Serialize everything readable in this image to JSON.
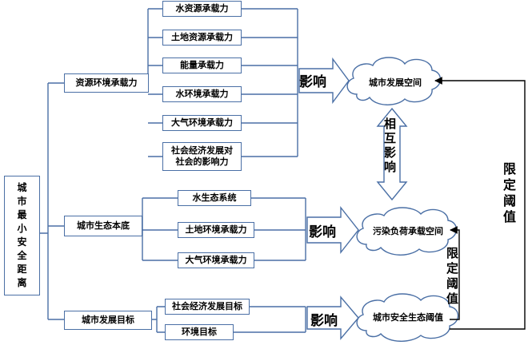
{
  "root": "城市最小安全距离",
  "level1": {
    "resource": "资源环境承载力",
    "eco": "城市生态本底",
    "goal": "城市发展目标"
  },
  "resource_items": [
    "水资源承载力",
    "土地资源承载力",
    "能量承载力",
    "水环境承载力",
    "大气环境承载力",
    "社会经济发展对\n社会的影响力"
  ],
  "eco_items": [
    "水生态系统",
    "土地环境承载力",
    "大气环境承载力"
  ],
  "goal_items": [
    "社会经济发展目标",
    "环境目标"
  ],
  "clouds": {
    "top": "城市发展空间",
    "mid": "污染负荷承载空间",
    "bottom": "城市安全生态阈值"
  },
  "labels": {
    "influence": "影响",
    "mutual": "相互影响",
    "limit": "限定阈值"
  }
}
